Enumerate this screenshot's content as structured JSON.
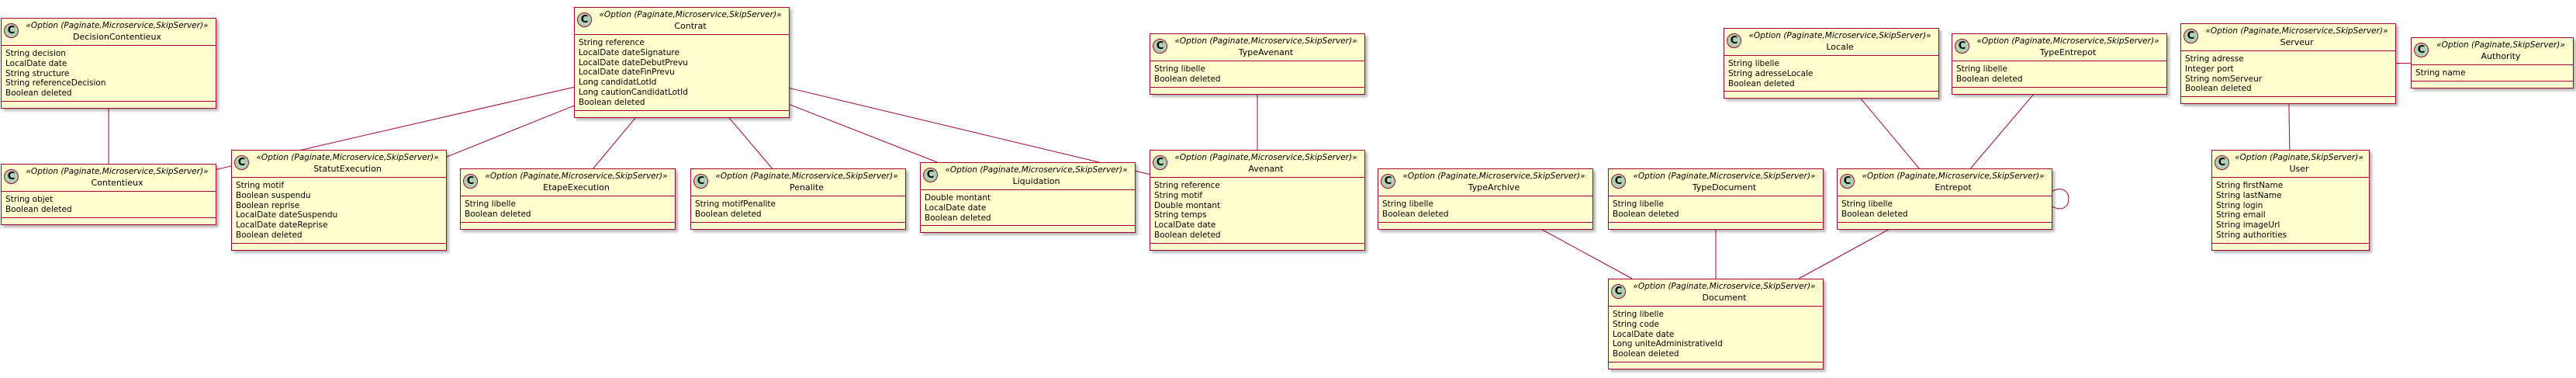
{
  "classes": [
    {
      "id": "DecisionContentieux",
      "stereotype": "«Option (Paginate,Microservice,SkipServer)»",
      "name": "DecisionContentieux",
      "fields": [
        "String decision",
        "LocalDate date",
        "String structure",
        "String referenceDecision",
        "Boolean deleted"
      ]
    },
    {
      "id": "Contrat",
      "stereotype": "«Option (Paginate,Microservice,SkipServer)»",
      "name": "Contrat",
      "fields": [
        "String reference",
        "LocalDate dateSignature",
        "LocalDate dateDebutPrevu",
        "LocalDate dateFinPrevu",
        "Long candidatLotId",
        "Long cautionCandidatLotId",
        "Boolean deleted"
      ]
    },
    {
      "id": "TypeAvenant",
      "stereotype": "«Option (Paginate,Microservice,SkipServer)»",
      "name": "TypeAvenant",
      "fields": [
        "String libelle",
        "Boolean deleted"
      ]
    },
    {
      "id": "Locale",
      "stereotype": "«Option (Paginate,Microservice,SkipServer)»",
      "name": "Locale",
      "fields": [
        "String libelle",
        "String adresseLocale",
        "Boolean deleted"
      ]
    },
    {
      "id": "TypeEntrepot",
      "stereotype": "«Option (Paginate,Microservice,SkipServer)»",
      "name": "TypeEntrepot",
      "fields": [
        "String libelle",
        "Boolean deleted"
      ]
    },
    {
      "id": "Serveur",
      "stereotype": "«Option (Paginate,Microservice,SkipServer)»",
      "name": "Serveur",
      "fields": [
        "String adresse",
        "Integer port",
        "String nomServeur",
        "Boolean deleted"
      ]
    },
    {
      "id": "Authority",
      "stereotype": "«Option (Paginate,SkipServer)»",
      "name": "Authority",
      "fields": [
        "String name"
      ]
    },
    {
      "id": "Contentieux",
      "stereotype": "«Option (Paginate,Microservice,SkipServer)»",
      "name": "Contentieux",
      "fields": [
        "String objet",
        "Boolean deleted"
      ]
    },
    {
      "id": "StatutExecution",
      "stereotype": "«Option (Paginate,Microservice,SkipServer)»",
      "name": "StatutExecution",
      "fields": [
        "String motif",
        "Boolean suspendu",
        "Boolean reprise",
        "LocalDate dateSuspendu",
        "LocalDate dateReprise",
        "Boolean deleted"
      ]
    },
    {
      "id": "EtapeExecution",
      "stereotype": "«Option (Paginate,Microservice,SkipServer)»",
      "name": "EtapeExecution",
      "fields": [
        "String libelle",
        "Boolean deleted"
      ]
    },
    {
      "id": "Penalite",
      "stereotype": "«Option (Paginate,Microservice,SkipServer)»",
      "name": "Penalite",
      "fields": [
        "String motifPenalite",
        "Boolean deleted"
      ]
    },
    {
      "id": "Liquidation",
      "stereotype": "«Option (Paginate,Microservice,SkipServer)»",
      "name": "Liquidation",
      "fields": [
        "Double montant",
        "LocalDate date",
        "Boolean deleted"
      ]
    },
    {
      "id": "Avenant",
      "stereotype": "«Option (Paginate,Microservice,SkipServer)»",
      "name": "Avenant",
      "fields": [
        "String reference",
        "String motif",
        "Double montant",
        "String temps",
        "LocalDate date",
        "Boolean deleted"
      ]
    },
    {
      "id": "TypeArchive",
      "stereotype": "«Option (Paginate,Microservice,SkipServer)»",
      "name": "TypeArchive",
      "fields": [
        "String libelle",
        "Boolean deleted"
      ]
    },
    {
      "id": "TypeDocument",
      "stereotype": "«Option (Paginate,Microservice,SkipServer)»",
      "name": "TypeDocument",
      "fields": [
        "String libelle",
        "Boolean deleted"
      ]
    },
    {
      "id": "Entrepot",
      "stereotype": "«Option (Paginate,Microservice,SkipServer)»",
      "name": "Entrepot",
      "fields": [
        "String libelle",
        "Boolean deleted"
      ]
    },
    {
      "id": "User",
      "stereotype": "«Option (Paginate,SkipServer)»",
      "name": "User",
      "fields": [
        "String firstName",
        "String lastName",
        "String login",
        "String email",
        "String imageUrl",
        "String authorities"
      ]
    },
    {
      "id": "Document",
      "stereotype": "«Option (Paginate,Microservice,SkipServer)»",
      "name": "Document",
      "fields": [
        "String libelle",
        "String code",
        "LocalDate date",
        "Long uniteAdministrativeId",
        "Boolean deleted"
      ]
    }
  ],
  "class_icon_letter": "C",
  "relations": [
    {
      "from": "DecisionContentieux",
      "to": "Contentieux"
    },
    {
      "from": "Contrat",
      "to": "Contentieux"
    },
    {
      "from": "Contrat",
      "to": "StatutExecution"
    },
    {
      "from": "Contrat",
      "to": "EtapeExecution"
    },
    {
      "from": "Contrat",
      "to": "Penalite"
    },
    {
      "from": "Contrat",
      "to": "Liquidation"
    },
    {
      "from": "Contrat",
      "to": "Avenant"
    },
    {
      "from": "TypeAvenant",
      "to": "Avenant"
    },
    {
      "from": "Locale",
      "to": "Entrepot"
    },
    {
      "from": "TypeEntrepot",
      "to": "Entrepot"
    },
    {
      "from": "Entrepot",
      "to": "Entrepot"
    },
    {
      "from": "Entrepot",
      "to": "Document"
    },
    {
      "from": "TypeArchive",
      "to": "Document"
    },
    {
      "from": "TypeDocument",
      "to": "Document"
    },
    {
      "from": "Serveur",
      "to": "User"
    },
    {
      "from": "Serveur",
      "to": "Authority"
    }
  ],
  "colors": {
    "class_fill": "#FEFECE",
    "class_border": "#A80036",
    "icon_fill": "#ADD1B2",
    "line": "#A80036"
  }
}
